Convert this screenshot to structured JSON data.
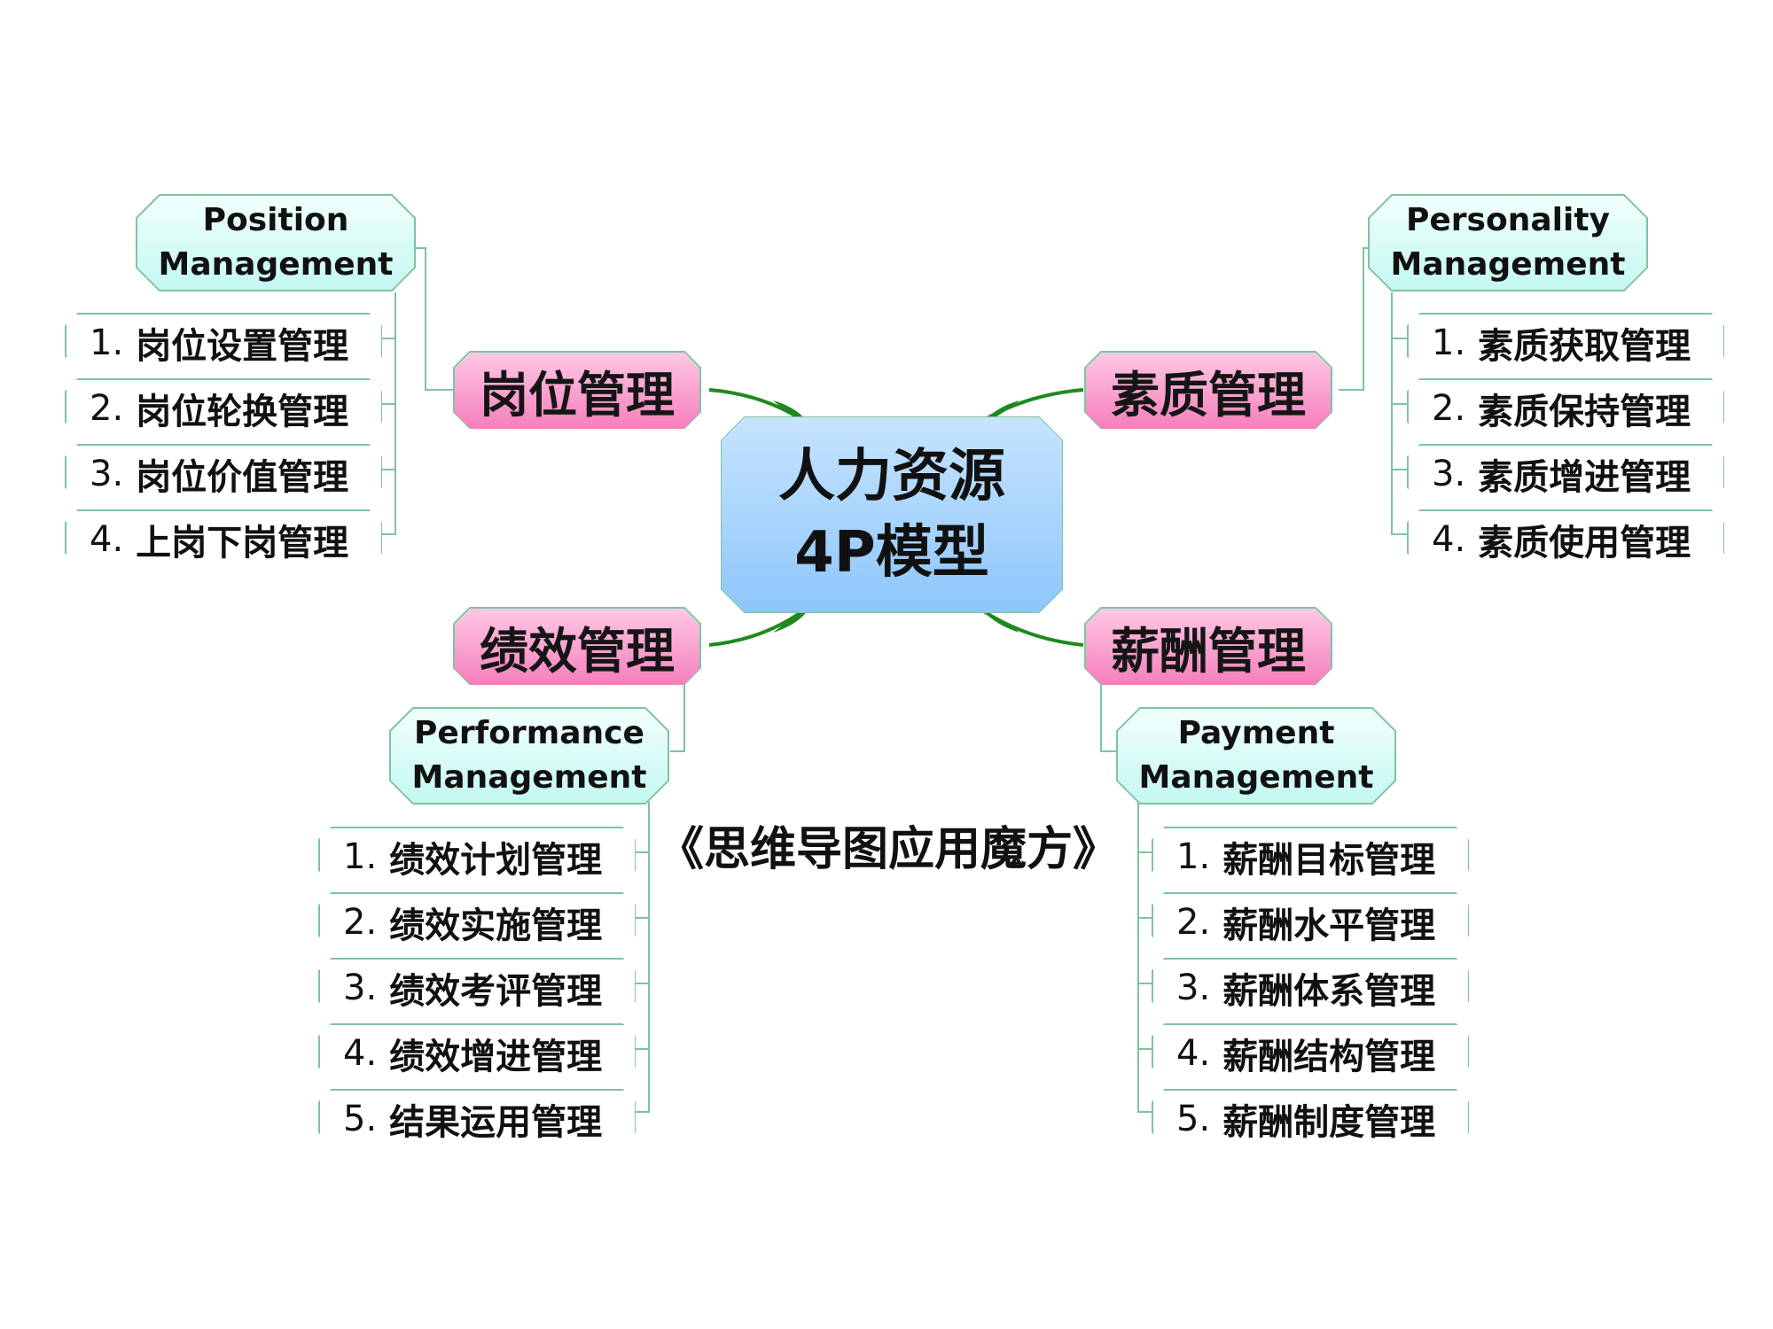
{
  "center": {
    "line1": "人力资源",
    "line2": "4P模型"
  },
  "branches": {
    "position": {
      "label": "岗位管理",
      "english": [
        "Position",
        "Management"
      ],
      "items": [
        {
          "num": "1.",
          "text": "岗位设置管理"
        },
        {
          "num": "2.",
          "text": "岗位轮换管理"
        },
        {
          "num": "3.",
          "text": "岗位价值管理"
        },
        {
          "num": "4.",
          "text": "上岗下岗管理"
        }
      ]
    },
    "personality": {
      "label": "素质管理",
      "english": [
        "Personality",
        "Management"
      ],
      "items": [
        {
          "num": "1.",
          "text": "素质获取管理"
        },
        {
          "num": "2.",
          "text": "素质保持管理"
        },
        {
          "num": "3.",
          "text": "素质增进管理"
        },
        {
          "num": "4.",
          "text": "素质使用管理"
        }
      ]
    },
    "performance": {
      "label": "绩效管理",
      "english": [
        "Performance",
        "Management"
      ],
      "items": [
        {
          "num": "1.",
          "text": "绩效计划管理"
        },
        {
          "num": "2.",
          "text": "绩效实施管理"
        },
        {
          "num": "3.",
          "text": "绩效考评管理"
        },
        {
          "num": "4.",
          "text": "绩效增进管理"
        },
        {
          "num": "5.",
          "text": "结果运用管理"
        }
      ]
    },
    "payment": {
      "label": "薪酬管理",
      "english": [
        "Payment",
        "Management"
      ],
      "items": [
        {
          "num": "1.",
          "text": "薪酬目标管理"
        },
        {
          "num": "2.",
          "text": "薪酬水平管理"
        },
        {
          "num": "3.",
          "text": "薪酬体系管理"
        },
        {
          "num": "4.",
          "text": "薪酬结构管理"
        },
        {
          "num": "5.",
          "text": "薪酬制度管理"
        }
      ]
    }
  },
  "title": "《思维导图应用魔方》",
  "colors": {
    "center_top": "#c6e4ff",
    "center_bottom": "#8ec6fb",
    "branch_top": "#ffc8e4",
    "branch_bottom": "#f57fbd",
    "sub_top": "#f1fffd",
    "sub_bottom": "#c4f8f1",
    "connector_green": "#1e8a1e",
    "thin_line": "#7fc3a0"
  }
}
